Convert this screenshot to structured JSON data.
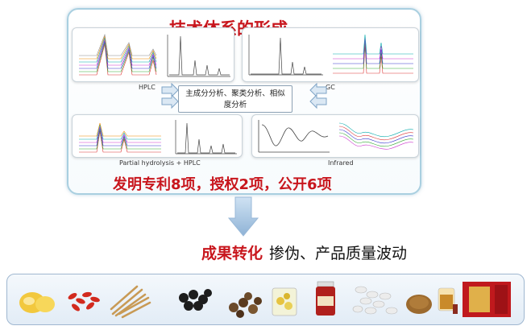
{
  "panel": {
    "title": "技术体系的形成",
    "labels": {
      "hplc": "HPLC",
      "gc": "GC",
      "partial": "Partial hydrolysis + HPLC",
      "infrared": "Infrared"
    },
    "center_text": "主成分分析、聚类分析、相似度分析",
    "patents": "发明专利8项，授权2项，公开6项"
  },
  "result": {
    "title": "成果转化",
    "subtitle": "掺伪、产品质量波动"
  },
  "products": {
    "items": [
      {
        "icon": "tremella-icon",
        "color": "#f4cf4a"
      },
      {
        "icon": "goji-berry-icon",
        "color": "#d22a1e"
      },
      {
        "icon": "cordyceps-icon",
        "color": "#c89a55"
      },
      {
        "icon": "black-herb-icon",
        "color": "#1d1d1d"
      },
      {
        "icon": "mushroom-icon",
        "color": "#6b4a2a"
      },
      {
        "icon": "chrysanthemum-tea-icon",
        "color": "#e6c340"
      },
      {
        "icon": "supplement-bottle-icon",
        "color": "#b0201c"
      },
      {
        "icon": "white-pills-icon",
        "color": "#e9e9e9"
      },
      {
        "icon": "seed-granules-icon",
        "color": "#9c6a2e"
      },
      {
        "icon": "herbal-tea-cup-icon",
        "color": "#c98a2a"
      },
      {
        "icon": "gift-box-icon",
        "color": "#c0191d"
      }
    ]
  }
}
